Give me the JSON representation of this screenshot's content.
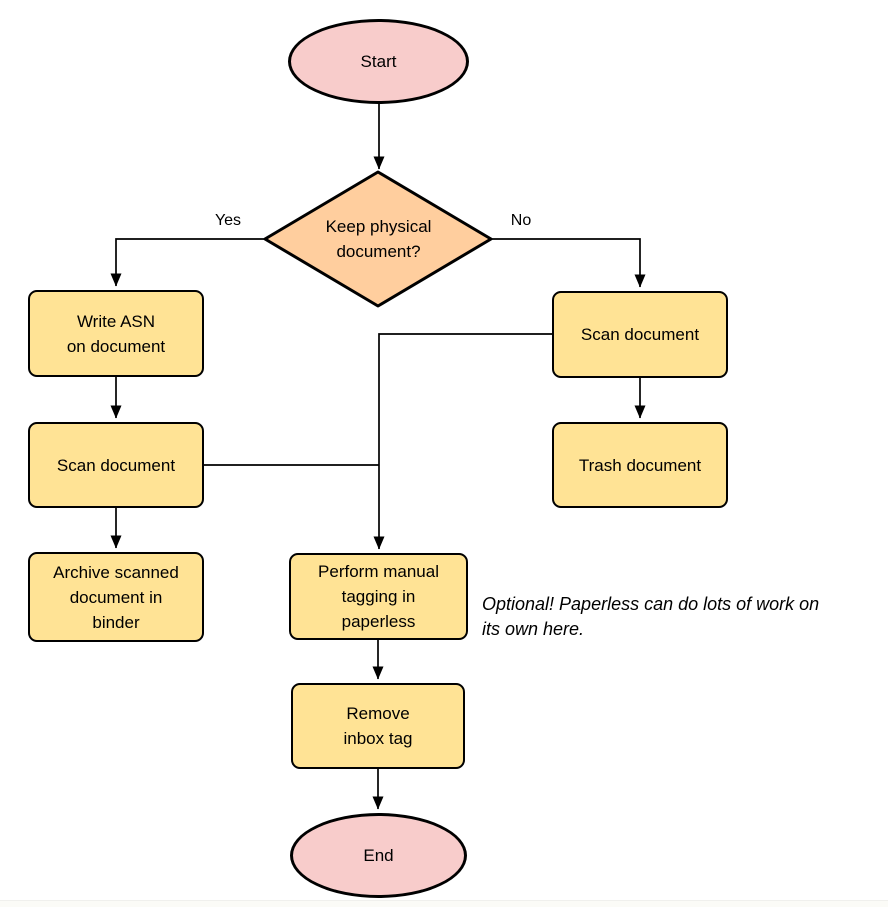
{
  "colors": {
    "background": "#FFFFFF",
    "terminal_fill": "#F8CCCB",
    "decision_fill": "#FFCE9E",
    "process_fill": "#FFE395",
    "stroke": "#000000"
  },
  "flowchart": {
    "nodes": {
      "start": {
        "type": "terminal",
        "label": "Start"
      },
      "decision": {
        "type": "decision",
        "label": "Keep physical\ndocument?"
      },
      "write_asn": {
        "type": "process",
        "label": "Write ASN\non document"
      },
      "scan_left": {
        "type": "process",
        "label": "Scan document"
      },
      "archive": {
        "type": "process",
        "label": "Archive scanned\ndocument in\nbinder"
      },
      "scan_right": {
        "type": "process",
        "label": "Scan document"
      },
      "trash": {
        "type": "process",
        "label": "Trash document"
      },
      "perform_tagging": {
        "type": "process",
        "label": "Perform manual\ntagging in\npaperless"
      },
      "remove_inbox": {
        "type": "process",
        "label": "Remove\ninbox tag"
      },
      "end": {
        "type": "terminal",
        "label": "End"
      }
    },
    "edge_labels": {
      "yes": "Yes",
      "no": "No"
    },
    "note": {
      "lines": [
        "Optional! Paperless can do lots of work on",
        "its own here."
      ]
    }
  }
}
